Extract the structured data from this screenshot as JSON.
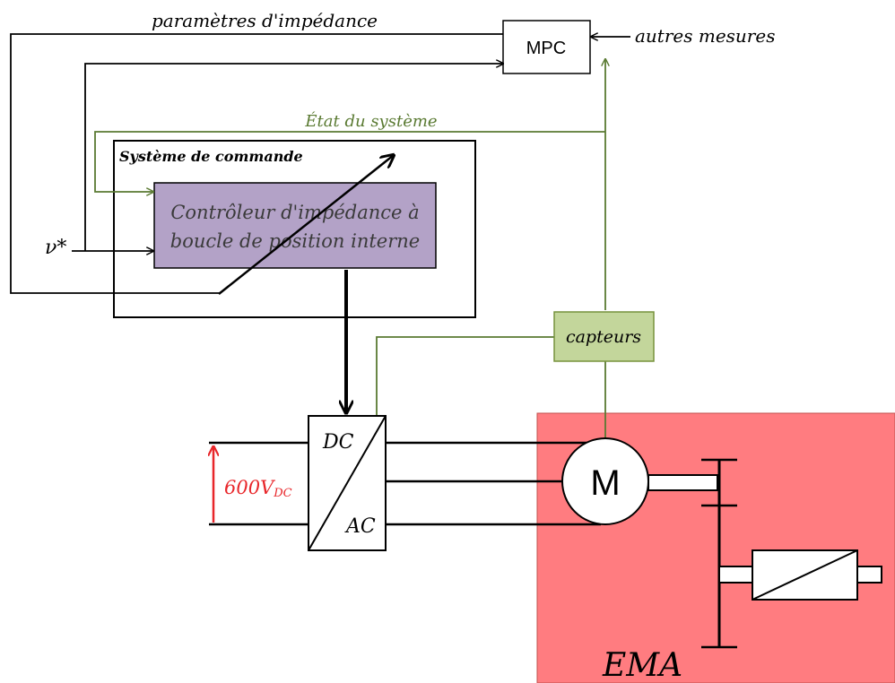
{
  "labels": {
    "impedance_params": "paramètres d'impédance",
    "mpc": "MPC",
    "other_measures": "autres mesures",
    "system_state": "État du système",
    "command_system": "Système de commande",
    "controller_line1": "Contrôleur d'impédance à",
    "controller_line2": "boucle de position interne",
    "setpoint": "ν*",
    "sensors": "capteurs",
    "converter_dc": "DC",
    "converter_ac": "AC",
    "voltage_main": "600V",
    "voltage_sub": "DC",
    "motor": "M",
    "ema": "EMA"
  },
  "colors": {
    "line": "#000000",
    "signal_green": "#5a7a32",
    "controller_fill": "#b3a2c7",
    "sensors_fill": "#c3d69b",
    "sensors_border": "#76923c",
    "ema_fill": "#ff7c80",
    "voltage_red": "#e8262a"
  }
}
